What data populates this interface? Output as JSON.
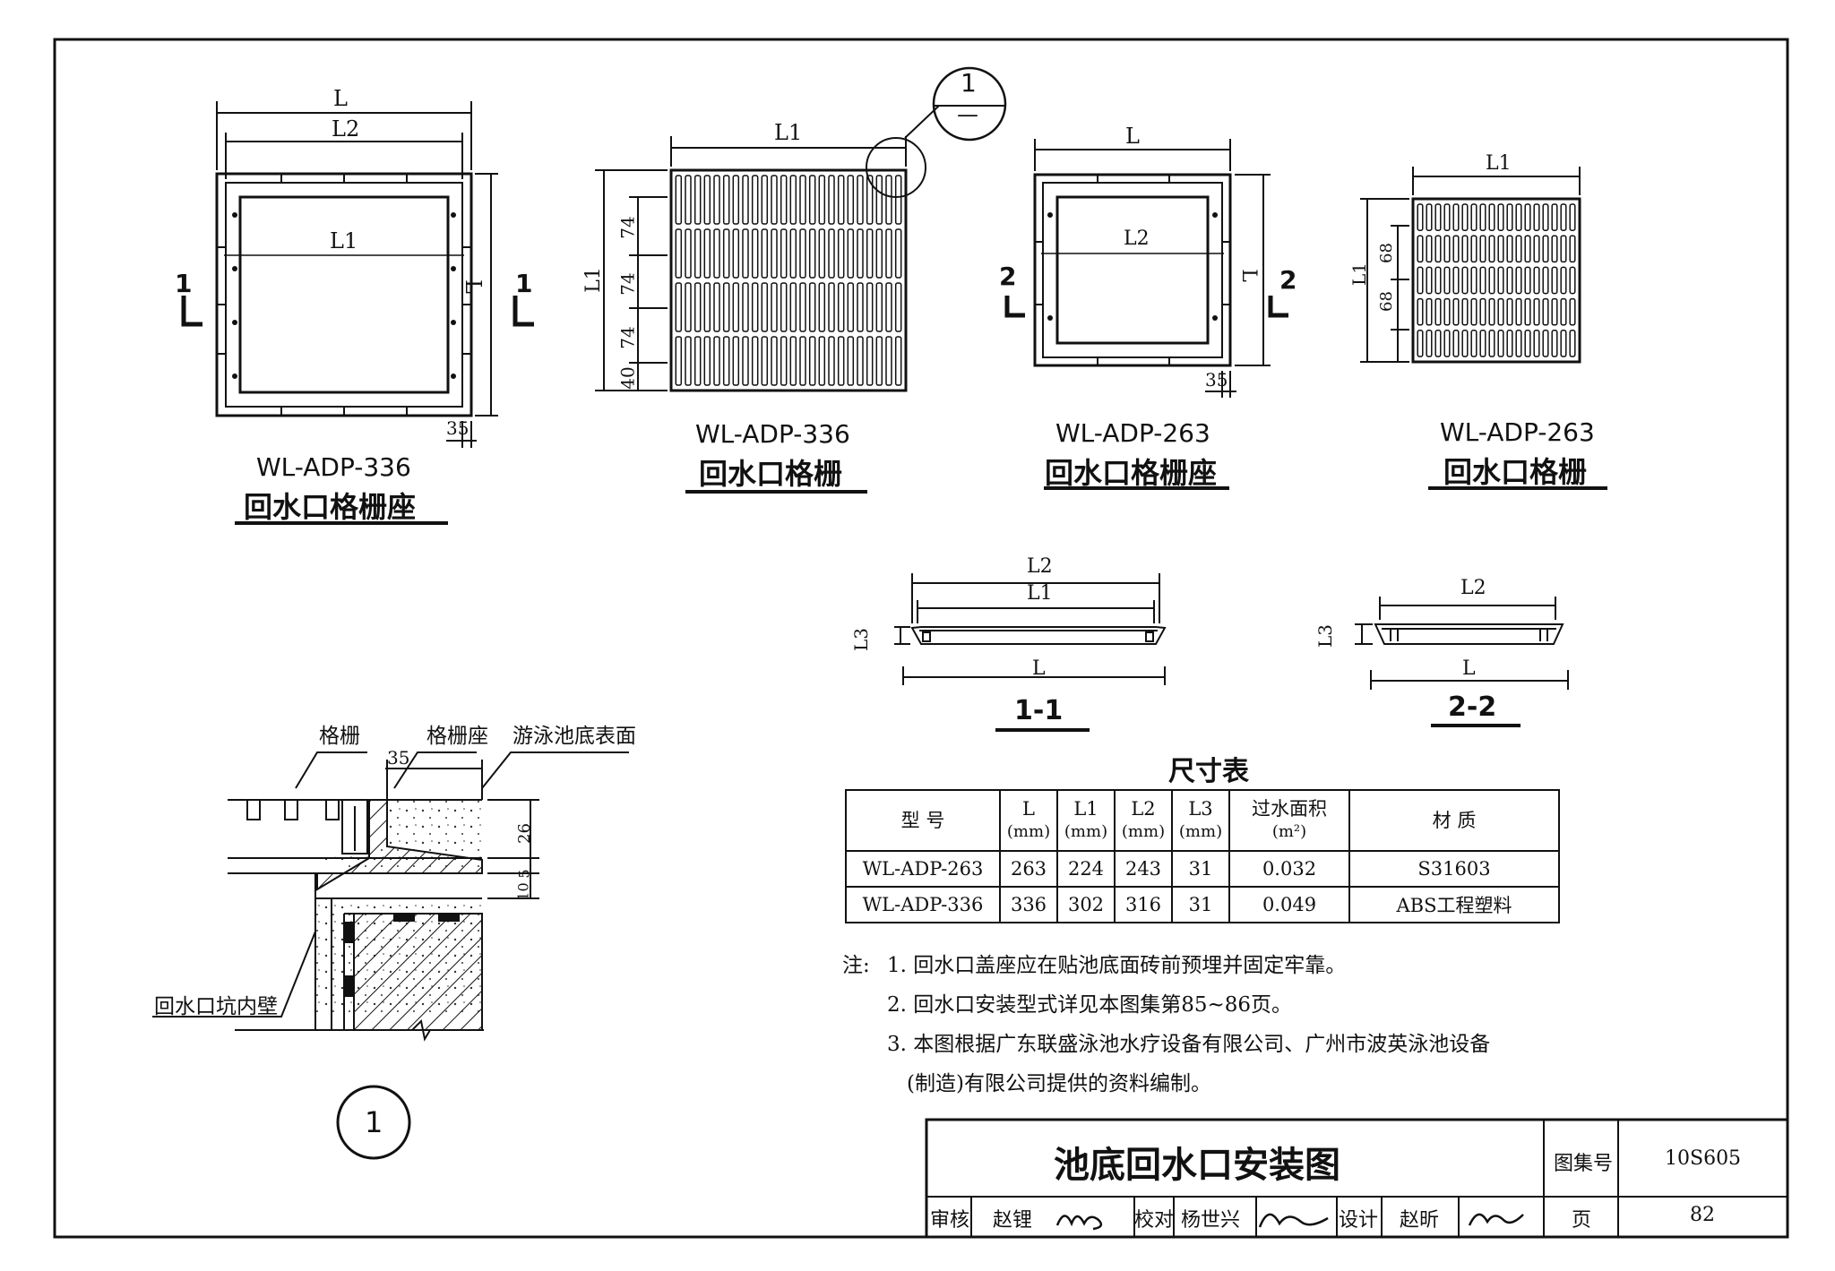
{
  "views": {
    "seat336": {
      "dim_L": "L",
      "dim_L2": "L2",
      "dim_L1": "L1",
      "dim_Lside": "L",
      "dim_35": "35",
      "sec_mark": "1",
      "model": "WL-ADP-336",
      "name": "回水口格栅座"
    },
    "grate336": {
      "dim_L1": "L1",
      "dim_L1side": "L1",
      "d1": "74",
      "d2": "74",
      "d3": "74",
      "d4": "40",
      "model": "WL-ADP-336",
      "name": "回水口格栅",
      "callout_top": "1",
      "callout_bottom": "—"
    },
    "seat263": {
      "dim_L": "L",
      "dim_L2": "L2",
      "dim_Lside": "L",
      "dim_35": "35",
      "sec_mark": "2",
      "model": "WL-ADP-263",
      "name": "回水口格栅座"
    },
    "grate263": {
      "dim_L1": "L1",
      "dim_L1side": "L1",
      "d1": "68",
      "d2": "68",
      "model": "WL-ADP-263",
      "name": "回水口格栅"
    }
  },
  "sections": {
    "s11": {
      "L2": "L2",
      "L1": "L1",
      "L3": "L3",
      "L": "L",
      "title": "1-1"
    },
    "s22": {
      "L2": "L2",
      "L3": "L3",
      "L": "L",
      "title": "2-2"
    }
  },
  "detail": {
    "lbl_grate": "格栅",
    "lbl_seat": "格栅座",
    "lbl_surface": "游泳池底表面",
    "lbl_wall": "回水口坑内壁",
    "dim_35": "35",
    "dim_26": "26",
    "dim_5": "5",
    "dim_10": "10",
    "number": "1"
  },
  "table": {
    "title": "尺寸表",
    "headers": [
      "型 号",
      "L",
      "L1",
      "L2",
      "L3",
      "过水面积",
      "材 质"
    ],
    "units": [
      "",
      "(mm)",
      "(mm)",
      "(mm)",
      "(mm)",
      "(m²)",
      ""
    ],
    "rows": [
      [
        "WL-ADP-263",
        "263",
        "224",
        "243",
        "31",
        "0.032",
        "S31603"
      ],
      [
        "WL-ADP-336",
        "336",
        "302",
        "316",
        "31",
        "0.049",
        "ABS工程塑料"
      ]
    ]
  },
  "notes": {
    "prefix": "注:",
    "n1": "1. 回水口盖座应在贴池底面砖前预埋并固定牢靠。",
    "n2": "2. 回水口安装型式详见本图集第85~86页。",
    "n3": "3. 本图根据广东联盛泳池水疗设备有限公司、广州市波英泳池设备",
    "n3b": "(制造)有限公司提供的资料编制。"
  },
  "titleblock": {
    "title": "池底回水口安装图",
    "atlas_label": "图集号",
    "atlas_no": "10S605",
    "page_label": "页",
    "page_no": "82",
    "review": "审核",
    "reviewer": "赵锂",
    "check": "校对",
    "checker": "杨世兴",
    "design": "设计",
    "designer": "赵昕"
  }
}
